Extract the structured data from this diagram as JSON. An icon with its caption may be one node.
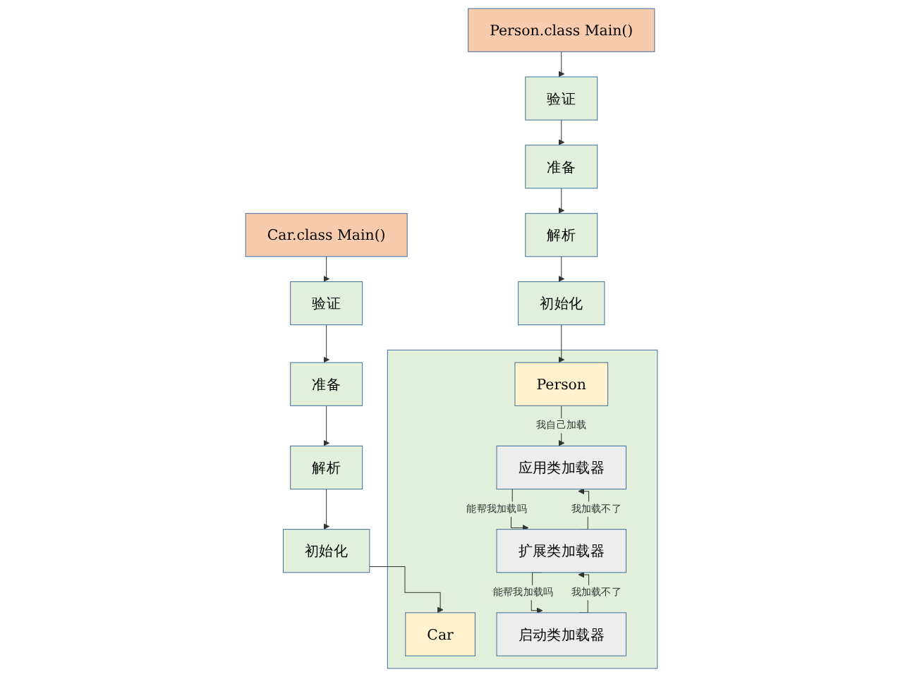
{
  "diagram": {
    "nodes": [
      {
        "text": [
          "Person.class Main()"
        ]
      },
      {
        "text": [
          "验证"
        ]
      },
      {
        "text": [
          "准备"
        ]
      },
      {
        "text": [
          "解析"
        ]
      },
      {
        "text": [
          "初始化"
        ]
      },
      {
        "text": [
          "Car.class Main()"
        ]
      },
      {
        "text": [
          "验证"
        ]
      },
      {
        "text": [
          "准备"
        ]
      },
      {
        "text": [
          "解析"
        ]
      },
      {
        "text": [
          "初始化"
        ]
      },
      {
        "text": [],
        "shape": "box"
      },
      {
        "text": [
          "Person"
        ],
        "in": 10
      },
      {
        "text": [
          "Car"
        ],
        "in": 10
      },
      {
        "text": [
          "应用类加载器"
        ],
        "in": 10
      },
      {
        "text": [
          "扩展类加载器"
        ],
        "in": 10
      },
      {
        "text": [
          "启动类加载器"
        ],
        "in": 10
      }
    ],
    "edges": [
      {
        "from": 0,
        "to": 1,
        "arrow": "to"
      },
      {
        "from": 1,
        "to": 2,
        "arrow": "to"
      },
      {
        "from": 2,
        "to": 3,
        "arrow": "to"
      },
      {
        "from": 3,
        "to": 4,
        "arrow": "to"
      },
      {
        "from": 4,
        "to": 11,
        "arrow": "to"
      },
      {
        "from": 5,
        "to": 6,
        "arrow": "to"
      },
      {
        "from": 6,
        "to": 7,
        "arrow": "to"
      },
      {
        "from": 7,
        "to": 8,
        "arrow": "to"
      },
      {
        "from": 8,
        "to": 9,
        "arrow": "to"
      },
      {
        "from": 9,
        "to": 12,
        "arrow": "to"
      },
      {
        "from": 11,
        "to": 13,
        "arrow": "to",
        "label": "我自己加载"
      },
      {
        "from": 13,
        "to": 14,
        "arrow": "to",
        "label": "能帮我加载吗"
      },
      {
        "from": 14,
        "to": 13,
        "arrow": "to",
        "label": "我加载不了"
      },
      {
        "from": 14,
        "to": 15,
        "arrow": "to",
        "label": "能帮我加载吗"
      },
      {
        "from": 15,
        "to": 14,
        "arrow": "to",
        "label": "我加载不了"
      }
    ]
  }
}
